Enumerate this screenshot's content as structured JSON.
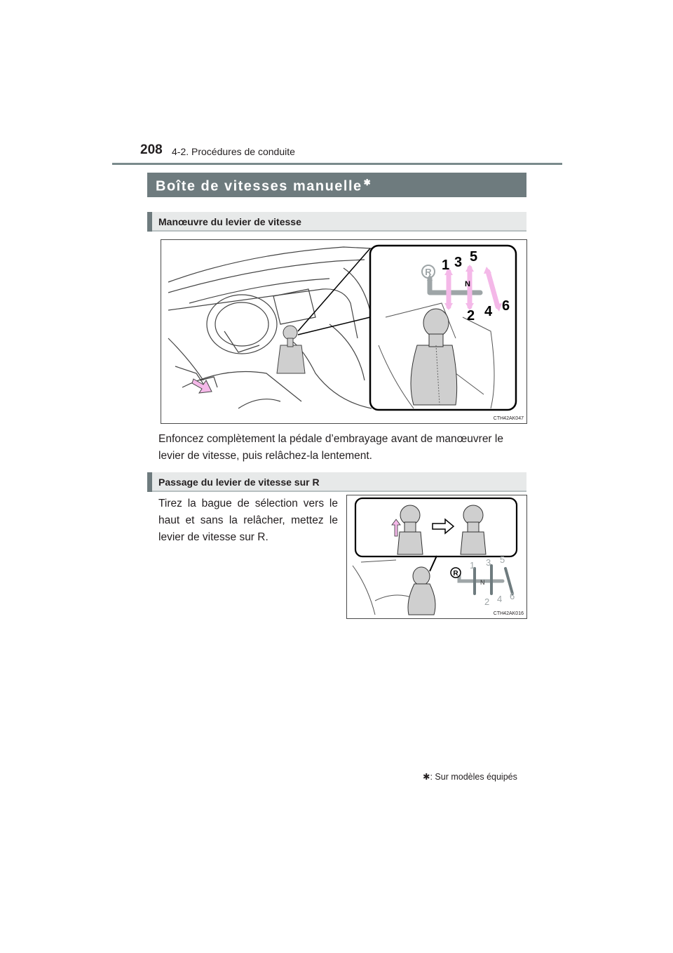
{
  "header": {
    "page_number": "208",
    "chapter": "4-2. Procédures de conduite"
  },
  "section": {
    "title": "Boîte de vitesses manuelle",
    "title_marker": "✱"
  },
  "subsections": [
    {
      "title": "Manœuvre du levier de vitesse",
      "figure_code": "CTH42AK047",
      "shift_pattern": [
        "R",
        "1",
        "3",
        "5",
        "N",
        "2",
        "4",
        "6"
      ],
      "body": "Enfoncez complètement la pédale d’embrayage avant de manœuvrer le levier de vitesse, puis relâchez-la lentement."
    },
    {
      "title": "Passage du levier de vitesse sur R",
      "figure_code": "CTH42AK016",
      "shift_pattern": [
        "R",
        "1",
        "3",
        "5",
        "N",
        "2",
        "4",
        "6"
      ],
      "body": "Tirez la bague de sélection vers le haut et sans la relâcher, mettez le levier de vitesse sur R."
    }
  ],
  "footnote": {
    "marker": "✱",
    "text": ": Sur modèles équipés"
  },
  "colors": {
    "title_bar": "#6e7b7e",
    "subsection_bar": "#e7e9e9",
    "highlight_arrow": "#f4b8e8",
    "reverse_arrow": "#9ea5a7"
  }
}
